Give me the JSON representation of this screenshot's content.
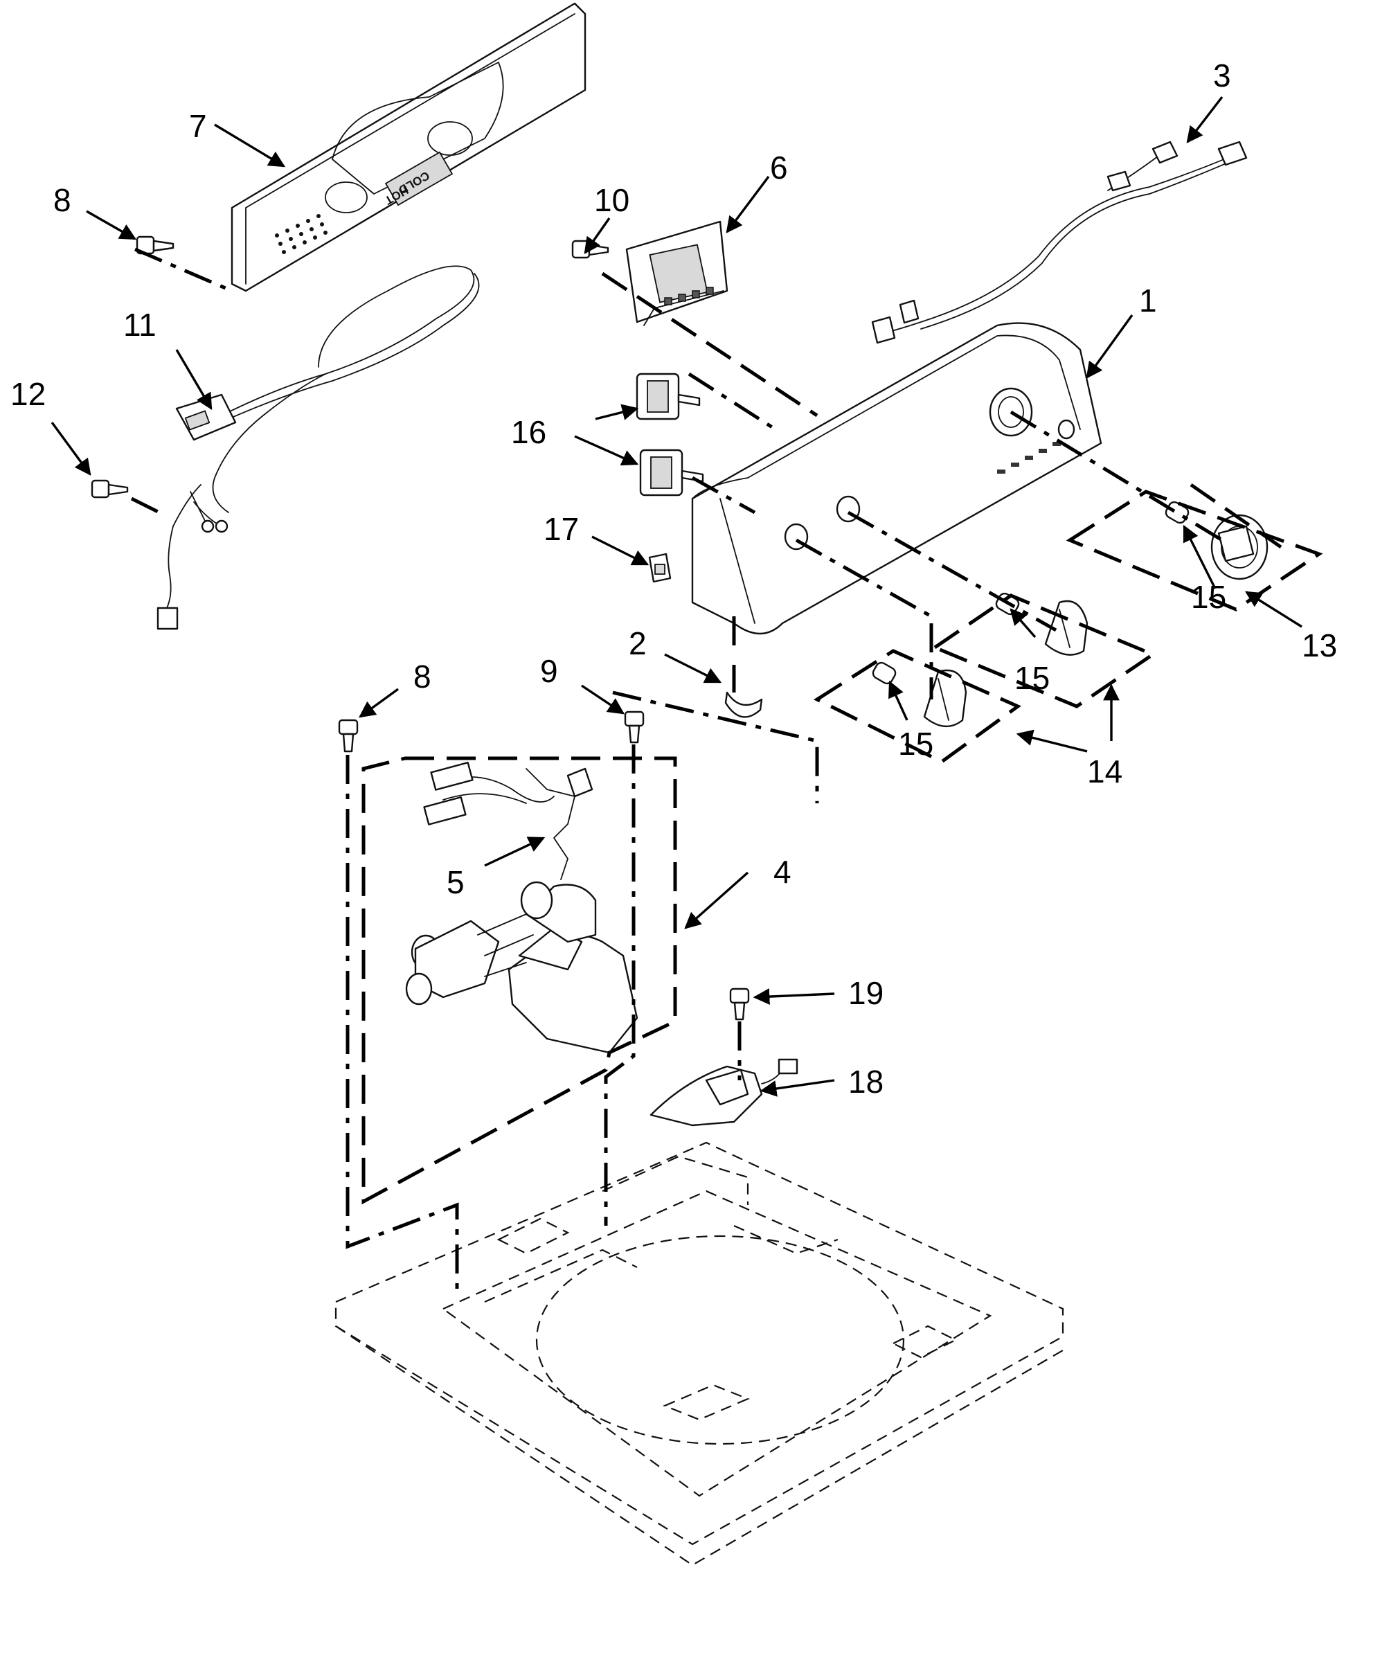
{
  "callouts": {
    "c1": "1",
    "c2": "2",
    "c3": "3",
    "c4": "4",
    "c5": "5",
    "c6": "6",
    "c7": "7",
    "c8a": "8",
    "c8b": "8",
    "c9": "9",
    "c10": "10",
    "c11": "11",
    "c12": "12",
    "c13": "13",
    "c14": "14",
    "c15a": "15",
    "c15b": "15",
    "c15c": "15",
    "c16": "16",
    "c17": "17",
    "c18": "18",
    "c19": "19"
  },
  "panel_markings": {
    "hot": "HOT",
    "cold": "COLD"
  }
}
